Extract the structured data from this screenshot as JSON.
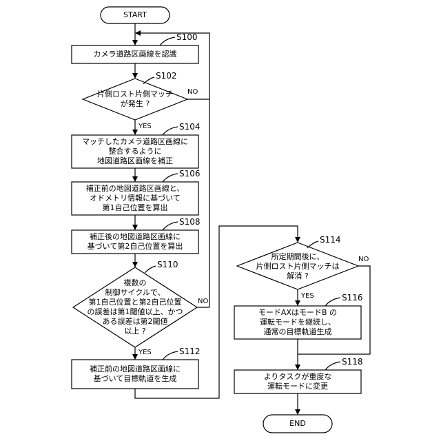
{
  "terminals": {
    "start": "START",
    "end": "END"
  },
  "steps": {
    "s100": {
      "id": "S100",
      "lines": [
        "カメラ道路区画線を認識"
      ]
    },
    "s102": {
      "id": "S102",
      "lines": [
        "片側ロスト片側マッチ",
        "が発生 ?"
      ]
    },
    "s104": {
      "id": "S104",
      "lines": [
        "マッチしたカメラ道路区画線に",
        "整合するように",
        "地図道路区画線を補正"
      ]
    },
    "s106": {
      "id": "S106",
      "lines": [
        "補正前の地図道路区画線と、",
        "オドメトリ情報に基づいて",
        "第1自己位置を算出"
      ]
    },
    "s108": {
      "id": "S108",
      "lines": [
        "補正後の地図道路区画線に",
        "基づいて第2自己位置を算出"
      ]
    },
    "s110": {
      "id": "S110",
      "lines": [
        "複数の",
        "制御サイクルで、",
        "第1自己位置と第2自己位置",
        "の誤差は第1閾値以上、かつ",
        "ある誤差は第2閾値",
        "以上 ?"
      ]
    },
    "s112": {
      "id": "S112",
      "lines": [
        "補正前の地図道路区画線に",
        "基づいて目標軌道を生成"
      ]
    },
    "s114": {
      "id": "S114",
      "lines": [
        "所定期間後に、",
        "片側ロスト片側マッチは",
        "解消 ?"
      ]
    },
    "s116": {
      "id": "S116",
      "lines": [
        "モードAXはモードB の",
        "運転モードを継続し、",
        "通常の目標軌道生成"
      ]
    },
    "s118": {
      "id": "S118",
      "lines": [
        "よりタスクが重度な",
        "運転モードに変更"
      ]
    }
  },
  "branches": {
    "s102_yes": "YES",
    "s102_no": "NO",
    "s110_yes": "YES",
    "s110_no": "NO",
    "s114_yes": "YES",
    "s114_no": "NO"
  },
  "colors": {
    "line": "#000000",
    "fill": "#ffffff"
  }
}
